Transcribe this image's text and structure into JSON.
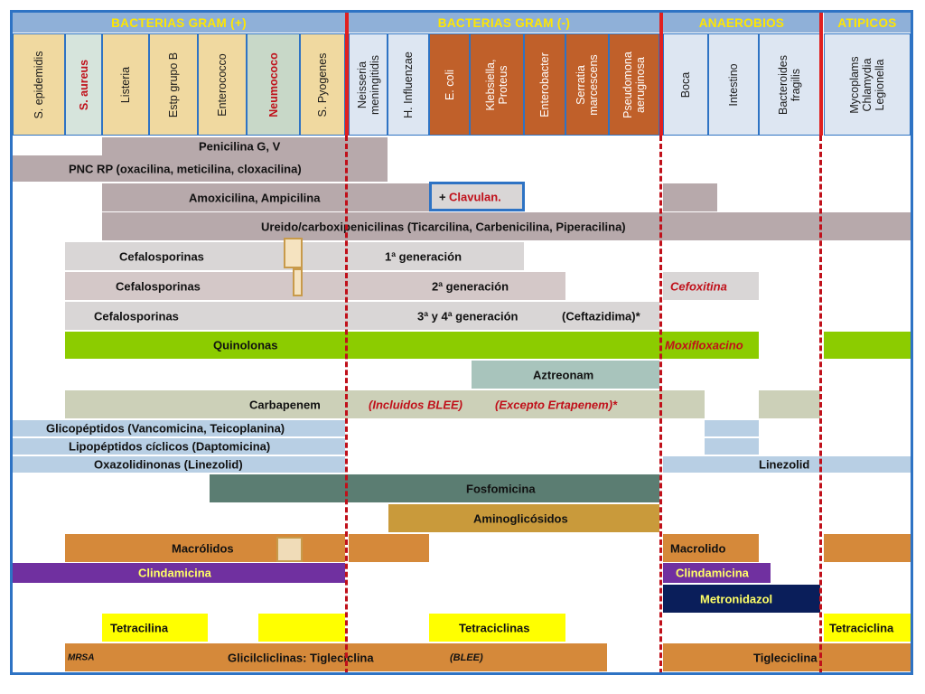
{
  "groups": {
    "gram_pos": "BACTERIAS GRAM (+)",
    "gram_neg": "BACTERIAS GRAM (-)",
    "anaerobios": "ANAEROBIOS",
    "atipicos": "ATIPICOS"
  },
  "organisms": [
    "S. epidemidis",
    "S. aureus",
    "Listeria",
    "Estp  grupo B",
    "Enterococco",
    "Neumococo",
    "S. Pyogenes",
    "Neisseria\nmeningitidis",
    "H. Influenzae",
    "E. coli",
    "Klebsiella,\nProteus",
    "Enterobacter",
    "Serratia\nmarcescens",
    "Pseudomona\naeruginosa",
    "Boca",
    "Intestino",
    "Bacteroides\nfragilis",
    "Mycoplams\nChlamydia\nLegionella"
  ],
  "rows": {
    "penicilina": "Penicilina G, V",
    "pnc_rp": "PNC RP (oxacilina, meticilina, cloxacilina)",
    "amoxi": "Amoxicilina,  Ampicilina",
    "clavulan_plus": "+",
    "clavulan": "Clavulan.",
    "ureido": "Ureido/carboxipenicilinas (Ticarcilina, Carbenicilina, Piperacilina)",
    "cef1_label": "Cefalosporinas",
    "cef1_gen": "1ª generación",
    "cef2_label": "Cefalosporinas",
    "cef2_gen": "2ª generación",
    "cefoxitina": "Cefoxitina",
    "cef3_label": "Cefalosporinas",
    "cef3_gen": "3ª y 4ª generación",
    "ceftazidima": "(Ceftazidima)*",
    "quinolonas": "Quinolonas",
    "moxifloxacino": "Moxifloxacino",
    "aztreonam": "Aztreonam",
    "carbapenem": "Carbapenem",
    "incl_blee": "(Incluidos BLEE)",
    "excepto_ertapenem": "(Excepto Ertapenem)*",
    "glicopeptidos": "Glicopéptidos (Vancomicina, Teicoplanina)",
    "lipopeptidos": "Lipopéptidos cíclicos (Daptomicina)",
    "oxazolidinonas": "Oxazolidinonas (Linezolid)",
    "linezolid": "Linezolid",
    "fosfomicina": "Fosfomicina",
    "aminoglucosidos": "Aminoglicósidos",
    "macrolidos": "Macrólidos",
    "macrolido": "Macrolido",
    "clindamicina_left": "Clindamicina",
    "clindamicina_right": "Clindamicina",
    "metronidazol": "Metronidazol",
    "tetracilina": "Tetracilina",
    "tetraciclinas": "Tetraciclinas",
    "tetraciclina": "Tetraciclina",
    "mrsa": "MRSA",
    "glicilciclinas": "Glicilcliclinas:   Tigleciclina",
    "blee": "(BLEE)",
    "tigleciclina": "Tigleciclina"
  },
  "colors": {
    "frame_blue": "#2e73c4",
    "group_yellow": "#ffe600",
    "gram_pos_header": "#f0d9a0",
    "gram_neg_header": "#c0602a",
    "gray_dark": "#b7a9ab",
    "gray_light": "#d9d6d6",
    "lime": "#8ccc00",
    "teal": "#5b7d72",
    "ochre": "#c99a3b",
    "orange": "#d5893a",
    "purple": "#7030a0",
    "navy": "#0a1e5a",
    "yellow": "#ffff00",
    "pale_blue": "#b8cfe4",
    "red_line": "#e02020"
  }
}
